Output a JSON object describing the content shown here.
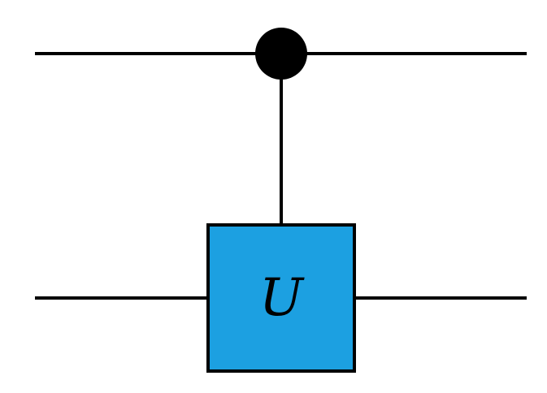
{
  "circuit": {
    "gate": {
      "label": "U",
      "fill_color": "#1ca0e1"
    },
    "control": {
      "type": "filled-dot",
      "color": "#000000"
    },
    "qubit_count": 2
  }
}
